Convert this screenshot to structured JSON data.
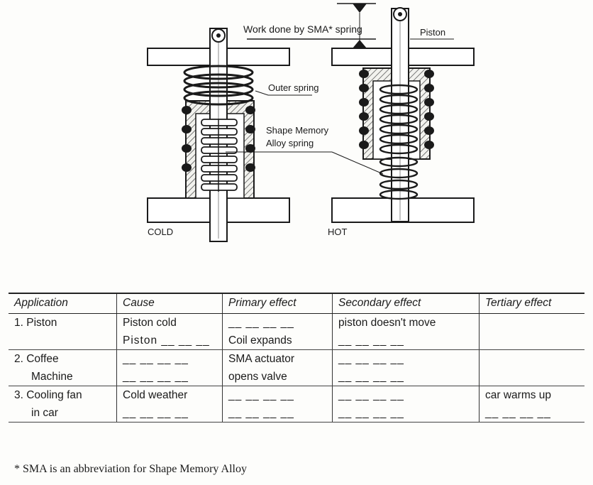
{
  "diagram": {
    "work_done_label": "Work done by SMA* spring",
    "piston_label": "Piston",
    "outer_spring_label": "Outer spring",
    "sma_spring_label_line1": "Shape Memory",
    "sma_spring_label_line2": "Alloy spring",
    "cold_label": "COLD",
    "hot_label": "HOT"
  },
  "table": {
    "headers": [
      "Application",
      "Cause",
      "Primary effect",
      "Secondary effect",
      "Tertiary effect"
    ],
    "rows": [
      {
        "app": "1. Piston",
        "cause": "Piston cold",
        "primary": "__ __ __ __",
        "secondary": "piston doesn't move",
        "tertiary": ""
      },
      {
        "app": "",
        "cause": "Piston __ __ __",
        "primary": "Coil expands",
        "secondary": "__ __ __ __",
        "tertiary": ""
      },
      {
        "app": "2. Coffee",
        "cause": "__ __ __ __",
        "primary": "SMA actuator",
        "secondary": "__ __ __ __",
        "tertiary": ""
      },
      {
        "app": "Machine",
        "cause": "__ __ __ __",
        "primary": "opens valve",
        "secondary": "__ __ __ __",
        "tertiary": ""
      },
      {
        "app": "3. Cooling fan",
        "cause": "Cold weather",
        "primary": "__ __ __ __",
        "secondary": "__ __ __ __",
        "tertiary": "car warms up"
      },
      {
        "app": "in car",
        "cause": "__ __ __ __",
        "primary": "__ __ __ __",
        "secondary": "__ __ __ __",
        "tertiary": "__ __ __ __"
      }
    ]
  },
  "footnote": "* SMA is an abbreviation for Shape Memory Alloy"
}
